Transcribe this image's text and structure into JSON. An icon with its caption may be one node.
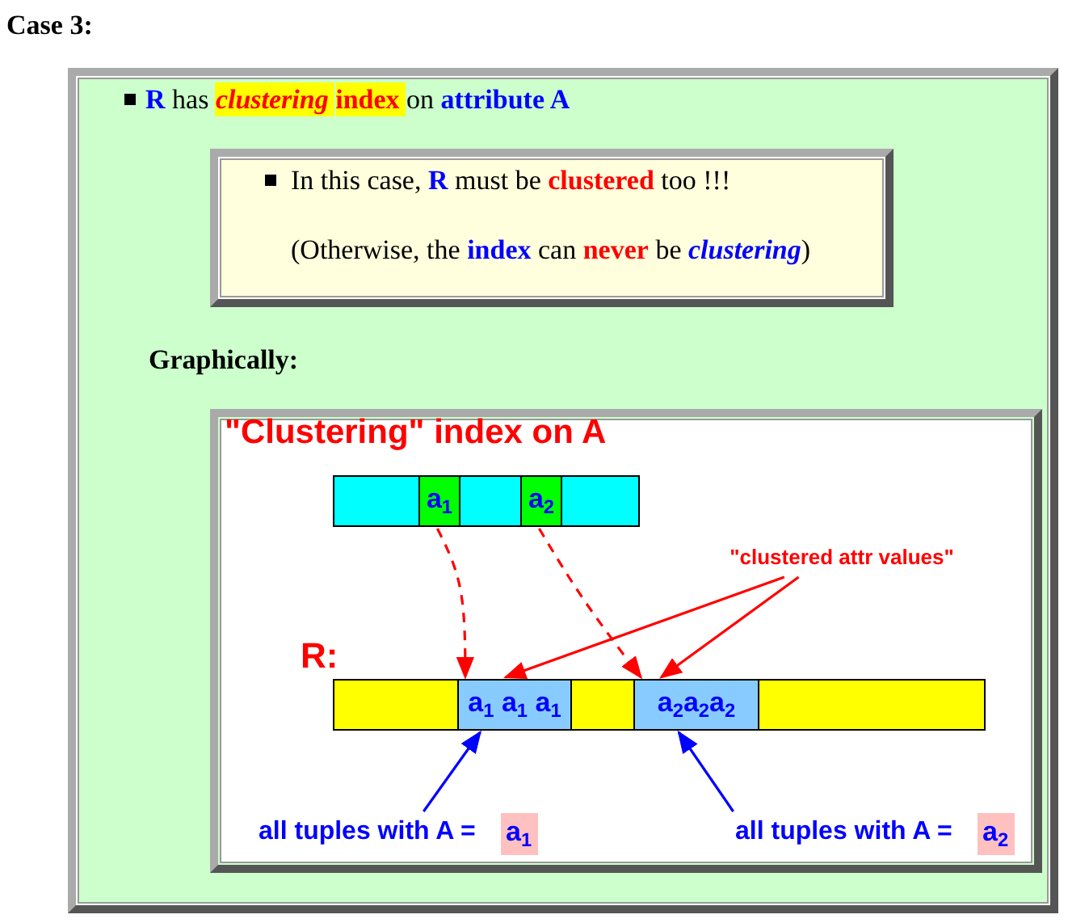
{
  "diagram": {
    "title": "Case 3:",
    "nodes": [
      {
        "text": [
          "**R** has *clustering* **index** on **attribute A**",
          "Graphically:"
        ]
      },
      {
        "text": [
          "In this case, **R** must be **clustered** too !!!",
          "(Otherwise, the **index** can **never** be *clustering*)"
        ],
        "in": 0
      },
      {
        "text": [
          "\"Clustering\" index on A"
        ],
        "in": 0
      },
      {
        "text": [],
        "shape": "bar",
        "in": 2
      },
      {
        "text": [
          "a$_{1}$"
        ],
        "in": 3
      },
      {
        "text": [
          "a$_{2}$"
        ],
        "in": 3
      },
      {
        "text": [],
        "shape": "bar",
        "in": 2,
        "beside": [
          "R:"
        ]
      },
      {
        "text": [
          "a$_{1}$ a$_{1}$ a$_{1}$"
        ],
        "in": 6
      },
      {
        "text": [
          "a$_{2}$a$_{2}$a$_{2}$"
        ],
        "in": 6
      },
      {
        "text": [
          "\"clustered attr values\""
        ],
        "in": 2
      },
      {
        "text": [
          "all tuples with A =",
          "a$_{1}$"
        ],
        "in": 2
      },
      {
        "text": [
          "all tuples with A =",
          "a$_{2}$"
        ],
        "in": 2
      }
    ],
    "edges": [
      {
        "from": 4,
        "to": 7,
        "arrow": "to",
        "style": "dashed"
      },
      {
        "from": 5,
        "to": 8,
        "arrow": "to",
        "style": "dashed"
      },
      {
        "from": 9,
        "to": 7,
        "arrow": "to"
      },
      {
        "from": 9,
        "to": 8,
        "arrow": "to"
      },
      {
        "from": 10,
        "to": 7,
        "arrow": "to",
        "color": "#0000ff"
      },
      {
        "from": 11,
        "to": 8,
        "arrow": "to",
        "color": "#0000ff"
      }
    ]
  }
}
